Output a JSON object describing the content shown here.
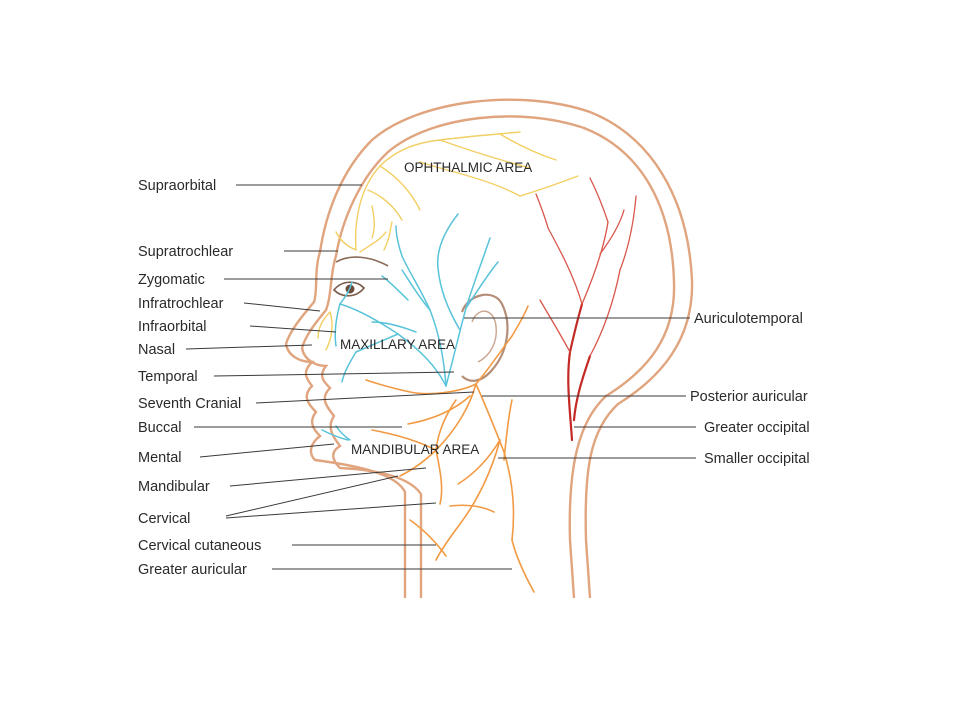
{
  "areas": {
    "ophthalmic": "OPHTHALMIC AREA",
    "maxillary": "MAXILLARY AREA",
    "mandibular": "MANDIBULAR AREA"
  },
  "left_labels": {
    "supraorbital": "Supraorbital",
    "supratrochlear": "Supratrochlear",
    "zygomatic": "Zygomatic",
    "infratrochlear": "Infratrochlear",
    "infraorbital": "Infraorbital",
    "nasal": "Nasal",
    "temporal": "Temporal",
    "seventh_cranial": "Seventh Cranial",
    "buccal": "Buccal",
    "mental": "Mental",
    "mandibular": "Mandibular",
    "cervical": "Cervical",
    "cervical_cutaneous": "Cervical cutaneous",
    "greater_auricular": "Greater auricular"
  },
  "right_labels": {
    "auriculotemporal": "Auriculotemporal",
    "posterior_auricular": "Posterior auricular",
    "greater_occipital": "Greater occipital",
    "smaller_occipital": "Smaller occipital"
  },
  "colors": {
    "skin_outline": "#e0a47e",
    "ophthalmic_nerves": "#f2cf63",
    "maxillary_nerves": "#59c3d9",
    "mandibular_nerves": "#f29a43",
    "occipital_arteries": "#d9554a",
    "leader_lines": "#3a3a3a",
    "text": "#2a2a2a"
  }
}
